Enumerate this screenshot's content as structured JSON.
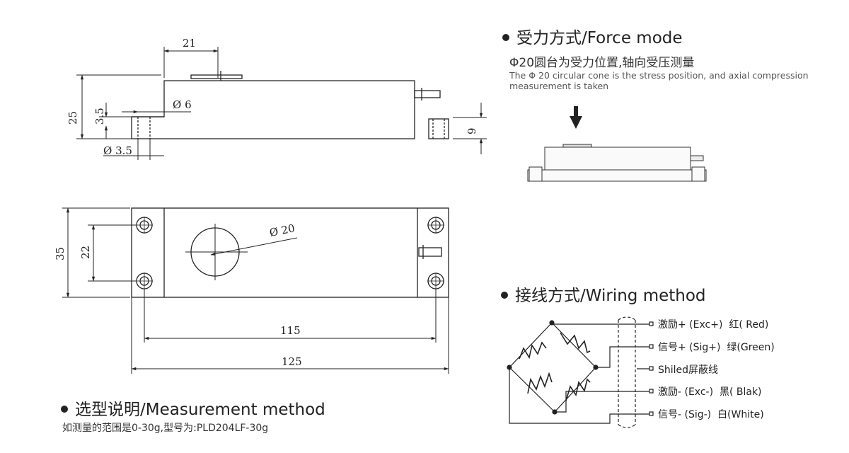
{
  "drawing": {
    "dim_21": "21",
    "dim_25": "25",
    "dim_3_5": "3.5",
    "dim_phi6": "Ø 6",
    "dim_phi3_5": "Ø 3.5",
    "dim_9": "9",
    "dim_35": "35",
    "dim_22": "22",
    "dim_phi20": "Ø 20",
    "dim_115": "115",
    "dim_125": "125"
  },
  "force_mode": {
    "title": "受力方式/Force mode",
    "subtitle": "Φ20圆台为受力位置,轴向受压测量",
    "description": "The Φ 20 circular cone is the stress position, and axial compression measurement is taken"
  },
  "wiring": {
    "title": "接线方式/Wiring method",
    "labels": [
      "激励+ (Exc+)  红( Red)",
      "信号+ (Sig+)  绿(Green)",
      "Shiled屏蔽线",
      "激励- (Exc-)  黑( Blak)",
      "信号- (Sig-)  白(White)"
    ]
  },
  "selection": {
    "title": "选型说明/Measurement method",
    "note": "如测量的范围是0-30g,型号为:PLD204LF-30g"
  }
}
